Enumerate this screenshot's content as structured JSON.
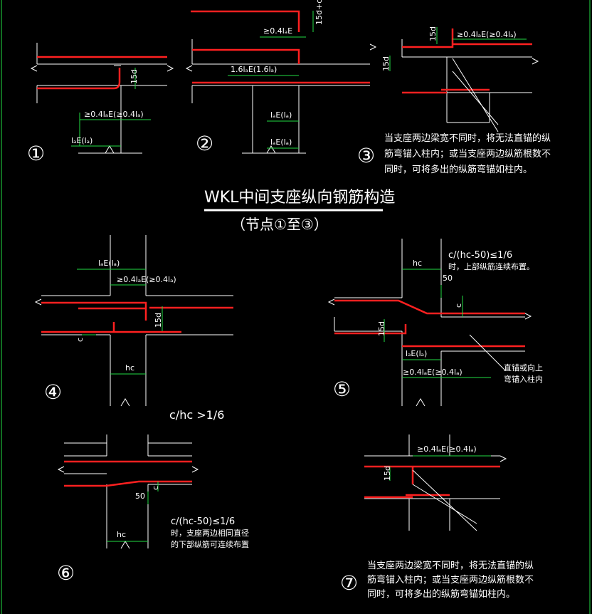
{
  "title": "WKL中间支座纵向钢筋构造",
  "subtitle": "（节点①至③）",
  "colors": {
    "background": "#000000",
    "lines": "#ffffff",
    "rebar": "#ff2020",
    "dims": "#22dd44",
    "ticks": "#ffd700"
  },
  "nodes": {
    "n1": {
      "num": "①",
      "lab_a": "15d",
      "lab_b": "≥0.4lₐE(≥0.4lₐ)",
      "lab_c": "lₐE(lₐ)"
    },
    "n2": {
      "num": "②",
      "lab_a": "15d+c",
      "lab_b": "≥0.4lₐE",
      "lab_c": "1.6lₐE(1.6lₐ)",
      "lab_d": "lₐE(lₐ)",
      "lab_e": "lₐE(lₐ)"
    },
    "n3": {
      "num": "③",
      "lab_a": "15d",
      "lab_b": "≥0.4lₐE(≥0.4lₐ)",
      "lab_c": "15d",
      "note": [
        "当支座两边梁宽不同时，将无法直锚的纵",
        "筋弯锚入柱内；或当支座两边纵筋根数不",
        "同时，可将多出的纵筋弯锚如柱内。"
      ]
    },
    "n4": {
      "num": "④",
      "lab_a": "lₐE(lₐ)",
      "lab_b": "≥0.4lₐE(≥0.4lₐ)",
      "lab_c": "15d",
      "lab_d": "c",
      "lab_e": "hc",
      "cond": "c/hc >1/6"
    },
    "n5": {
      "num": "⑤",
      "cond": "c/(hc-50)≤1/6",
      "cond2": "时，上部纵筋连续布置。",
      "lab_a": "hc",
      "lab_b": "50",
      "lab_c": "c",
      "lab_d": "15d",
      "lab_e": "lₐE(lₐ)",
      "lab_f": "≥0.4lₐE(≥0.4lₐ)",
      "note": [
        "直锚或向上",
        "弯锚入柱内"
      ]
    },
    "n6": {
      "num": "⑥",
      "lab_a": "c",
      "lab_b": "50",
      "lab_c": "hc",
      "cond": "c/(hc-50)≤1/6",
      "cond2": "时，支座两边相同直径",
      "cond3": "的下部纵筋可连续布置"
    },
    "n7": {
      "num": "⑦",
      "lab_a": "≥0.4lₐE(≥0.4lₐ)",
      "lab_b": "15d",
      "note": [
        "当支座两边梁宽不同时，将无法直锚的纵",
        "筋弯锚入柱内；或当支座两边纵筋根数不",
        "同时，可将多出的纵筋弯锚如柱内。"
      ]
    }
  }
}
